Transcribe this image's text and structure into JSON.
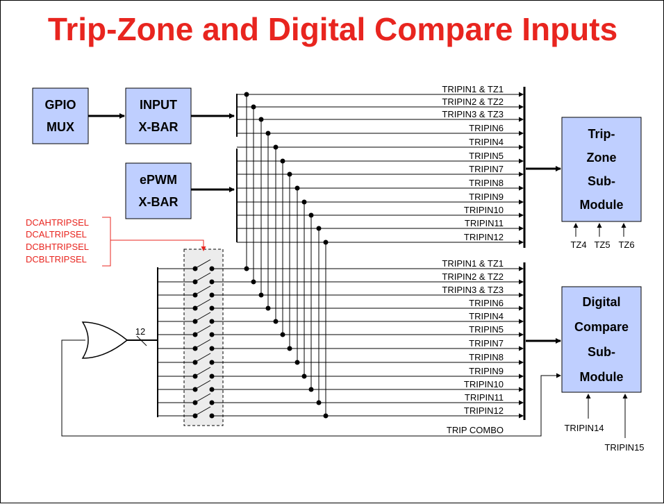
{
  "title": "Trip-Zone and Digital Compare Inputs",
  "blocks": {
    "gpio": [
      "GPIO",
      "MUX"
    ],
    "input_xbar": [
      "INPUT",
      "X-BAR"
    ],
    "epwm_xbar": [
      "ePWM",
      "X-BAR"
    ],
    "tripzone": [
      "Trip-",
      "Zone",
      "Sub-",
      "Module"
    ],
    "digital_compare": [
      "Digital",
      "Compare",
      "Sub-",
      "Module"
    ]
  },
  "trip_signals": [
    "TRIPIN1 & TZ1",
    "TRIPIN2 & TZ2",
    "TRIPIN3 & TZ3",
    "TRIPIN6",
    "TRIPIN4",
    "TRIPIN5",
    "TRIPIN7",
    "TRIPIN8",
    "TRIPIN9",
    "TRIPIN10",
    "TRIPIN11",
    "TRIPIN12"
  ],
  "tz_inputs": [
    "TZ4",
    "TZ5",
    "TZ6"
  ],
  "dc_extra_inputs": [
    "TRIPIN14",
    "TRIPIN15"
  ],
  "trip_combo": "TRIP COMBO",
  "or_bus_width": "12",
  "select_registers": [
    "DCAHTRIPSEL",
    "DCALTRIPSEL",
    "DCBHTRIPSEL",
    "DCBLTRIPSEL"
  ],
  "colors": {
    "title": "#e8251f",
    "block_fill": "#bfcfff",
    "annotation": "#e8251f"
  }
}
